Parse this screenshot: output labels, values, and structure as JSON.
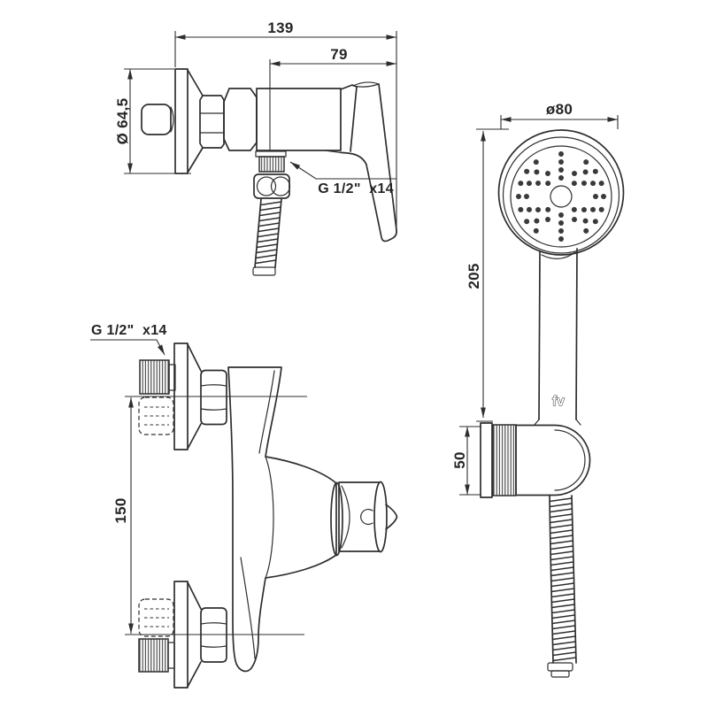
{
  "views": {
    "mixer_side": {
      "dim_total_width": "139",
      "dim_handle_offset": "79",
      "dim_flange_diameter": "Ø 64,5",
      "outlet_thread_label": "G 1/2\"  x14"
    },
    "hand_shower": {
      "dim_head_diameter": "ø80",
      "dim_handle_length": "205",
      "dim_holder_height": "50",
      "brand_logo": "fv"
    },
    "mixer_front": {
      "inlet_thread_label": "G 1/2\"  x14",
      "dim_inlet_centers": "150"
    }
  },
  "colors": {
    "line": "#2e2e2e",
    "background": "#ffffff"
  }
}
